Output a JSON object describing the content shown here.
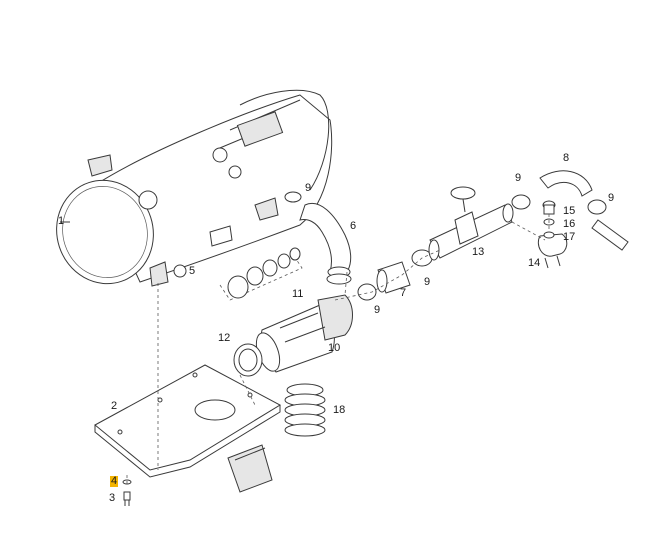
{
  "callouts": {
    "c1": "1",
    "c2": "2",
    "c3": "3",
    "c4": "4",
    "c5": "5",
    "c6": "6",
    "c7": "7",
    "c8": "8",
    "c9a": "9",
    "c9b": "9",
    "c9c": "9",
    "c9d": "9",
    "c9e": "9",
    "c10": "10",
    "c11": "11",
    "c12": "12",
    "c13": "13",
    "c14": "14",
    "c15": "15",
    "c16": "16",
    "c17": "17",
    "c18": "18"
  },
  "colors": {
    "highlight": "#f4b400",
    "line": "#3a3a3a"
  }
}
